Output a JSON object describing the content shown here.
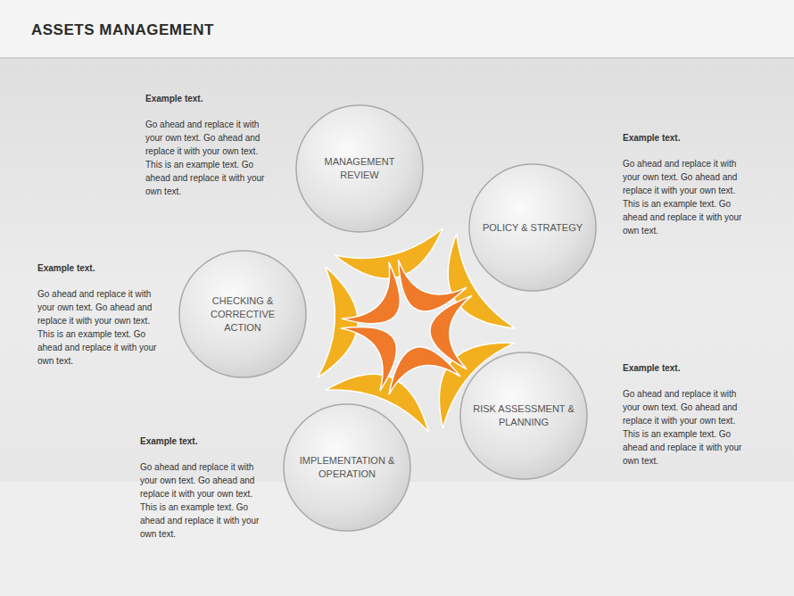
{
  "diagram": {
    "title": "ASSETS MANAGEMENT",
    "nodes": [
      {
        "text": [
          "MANAGEMENT REVIEW"
        ]
      },
      {
        "text": [
          "POLICY & STRATEGY"
        ]
      },
      {
        "text": [
          "CHECKING & CORRECTIVE ACTION"
        ]
      },
      {
        "text": [
          "RISK ASSESSMENT & PLANNING"
        ]
      },
      {
        "text": [
          "IMPLEMENTATION & OPERATION"
        ]
      }
    ],
    "labels": [
      "Example text.",
      "Go ahead and replace it with your own text. Go ahead and replace it with your own text. This is an example text. Go ahead and replace it with your own text.",
      "Example text.",
      "Go ahead and replace it with your own text. Go ahead and replace it with your own text. This is an example text. Go ahead and replace it with your own text.",
      "Example text.",
      "Go ahead and replace it with your own text. Go ahead and replace it with your own text. This is an example text. Go ahead and replace it with your own text.",
      "Example text.",
      "Go ahead and replace it with your own text. Go ahead and replace it with your own text. This is an example text. Go ahead and replace it with your own text.",
      "Example text.",
      "Go ahead and replace it with your own text. Go ahead and replace it with your own text. This is an example text. Go ahead and replace it with your own text."
    ]
  }
}
